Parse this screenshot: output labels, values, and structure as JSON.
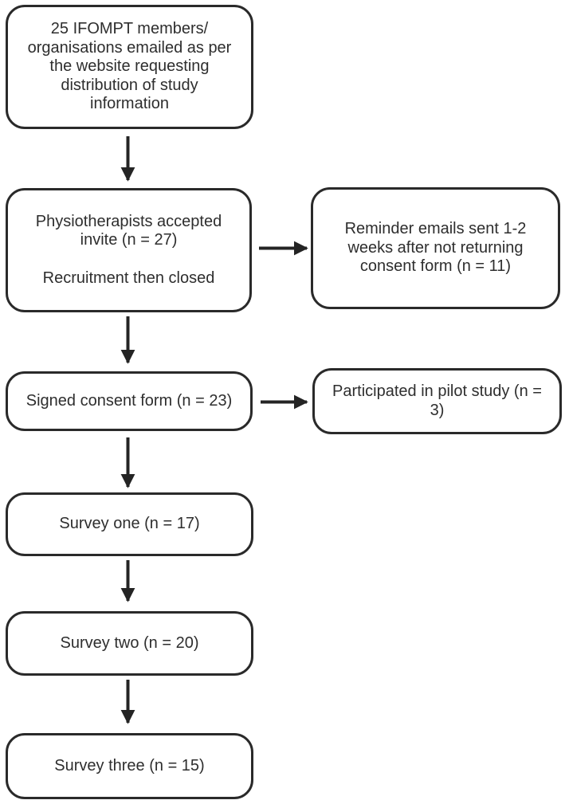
{
  "diagram": {
    "type": "flowchart",
    "boxes": [
      {
        "id": "emailed",
        "text": "25 IFOMPT members/\norganisations emailed as per\nthe website requesting\ndistribution of study\ninformation"
      },
      {
        "id": "accepted",
        "text": "Physiotherapists accepted\ninvite (n = 27)\n\nRecruitment then closed"
      },
      {
        "id": "reminder",
        "text": "Reminder emails sent 1-2\nweeks after not returning\nconsent form (n = 11)"
      },
      {
        "id": "consent",
        "text": "Signed consent form (n = 23)"
      },
      {
        "id": "pilot",
        "text": "Participated in pilot study (n =\n3)"
      },
      {
        "id": "survey1",
        "text": "Survey one (n = 17)"
      },
      {
        "id": "survey2",
        "text": "Survey two (n = 20)"
      },
      {
        "id": "survey3",
        "text": "Survey three (n = 15)"
      }
    ],
    "edges": [
      {
        "from": "emailed",
        "to": "accepted",
        "direction": "down"
      },
      {
        "from": "accepted",
        "to": "reminder",
        "direction": "right"
      },
      {
        "from": "accepted",
        "to": "consent",
        "direction": "down"
      },
      {
        "from": "consent",
        "to": "pilot",
        "direction": "right"
      },
      {
        "from": "consent",
        "to": "survey1",
        "direction": "down"
      },
      {
        "from": "survey1",
        "to": "survey2",
        "direction": "down"
      },
      {
        "from": "survey2",
        "to": "survey3",
        "direction": "down"
      }
    ],
    "colors": {
      "box_border": "#2a2a2a",
      "arrow": "#242424",
      "text": "#2e2e2e",
      "background": "#ffffff"
    }
  }
}
